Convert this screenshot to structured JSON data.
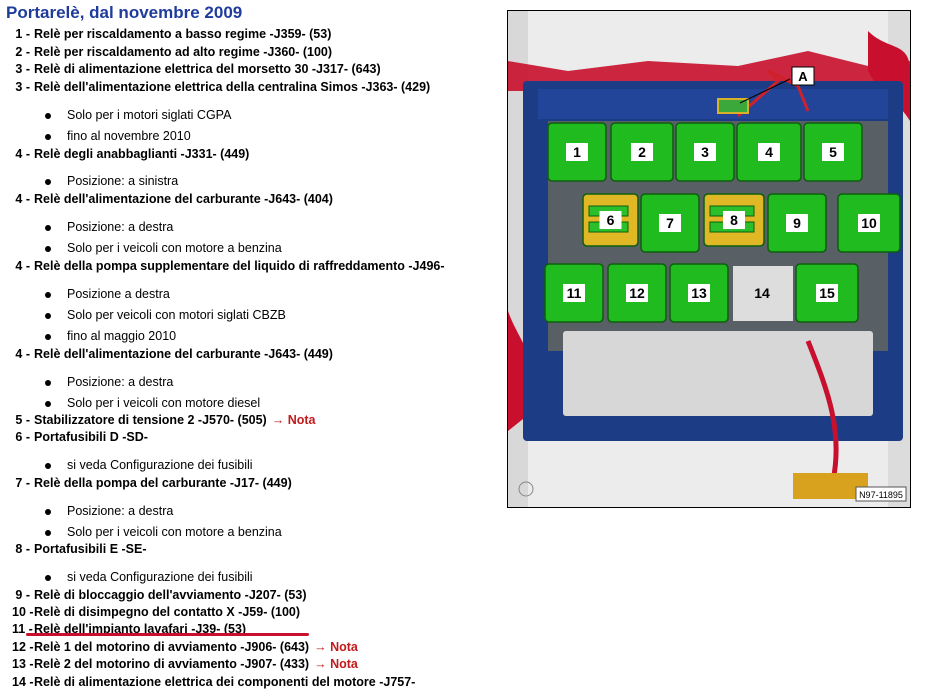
{
  "title": "Portarelè, dal novembre 2009",
  "nota_label": "→ Nota",
  "entries": [
    {
      "n": "1 -",
      "text": "Relè per riscaldamento a basso regime -J359- (53)"
    },
    {
      "n": "2 -",
      "text": "Relè per riscaldamento ad alto regime -J360- (100)"
    },
    {
      "n": "3 -",
      "text": "Relè di alimentazione elettrica del morsetto 30 -J317- (643)"
    },
    {
      "n": "3 -",
      "text": "Relè dell'alimentazione elettrica della centralina Simos -J363- (429)"
    },
    {
      "bullet": "Solo per i motori siglati CGPA"
    },
    {
      "bullet": "fino al novembre 2010"
    },
    {
      "n": "4 -",
      "text": "Relè degli anabbaglianti -J331- (449)"
    },
    {
      "bullet": "Posizione: a sinistra"
    },
    {
      "n": "4 -",
      "text": "Relè dell'alimentazione del carburante -J643- (404)"
    },
    {
      "bullet": "Posizione: a destra"
    },
    {
      "bullet": "Solo per i veicoli con motore a benzina"
    },
    {
      "n": "4 -",
      "text": "Relè della pompa supplementare del liquido di raffreddamento -J496-"
    },
    {
      "bullet": "Posizione a destra"
    },
    {
      "bullet": "Solo per veicoli con motori siglati CBZB"
    },
    {
      "bullet": "fino al maggio 2010"
    },
    {
      "n": "4 -",
      "text": "Relè dell'alimentazione del carburante -J643- (449)"
    },
    {
      "bullet": "Posizione: a destra"
    },
    {
      "bullet": "Solo per i veicoli con motore diesel"
    },
    {
      "n": "5 -",
      "text": "Stabilizzatore di tensione 2 -J570- (505)",
      "nota": true
    },
    {
      "n": "6 -",
      "text": "Portafusibili D -SD-"
    },
    {
      "bullet": "si veda Configurazione dei fusibili"
    },
    {
      "n": "7 -",
      "text": "Relè della pompa del carburante -J17- (449)"
    },
    {
      "bullet": "Posizione: a destra"
    },
    {
      "bullet": "Solo per i veicoli con motore a benzina"
    },
    {
      "n": "8 -",
      "text": "Portafusibili E -SE-"
    },
    {
      "bullet": "si veda Configurazione dei fusibili"
    },
    {
      "n": "9 -",
      "text": "Relè di bloccaggio dell'avviamento -J207- (53)"
    },
    {
      "n": "10 -",
      "text": "Relè di disimpegno del contatto X -J59- (100)"
    },
    {
      "n": "11 -",
      "text": "Relè dell'impianto lavafari -J39- (53)"
    },
    {
      "n": "12 -",
      "text": "Relè 1 del motorino di avviamento -J906- (643)",
      "nota": true
    },
    {
      "n": "13 -",
      "text": "Relè 2 del motorino di avviamento -J907- (433)",
      "nota": true
    },
    {
      "n": "14 -",
      "text": "Relè di alimentazione elettrica dei componenti del motore -J757-"
    }
  ],
  "figure": {
    "callout": "A",
    "code": "N97-11895",
    "slots": [
      "1",
      "2",
      "3",
      "4",
      "5",
      "6",
      "7",
      "8",
      "9",
      "10",
      "11",
      "12",
      "13",
      "14",
      "15"
    ]
  }
}
